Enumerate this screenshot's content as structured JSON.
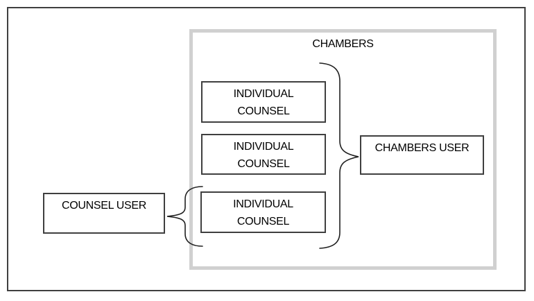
{
  "diagram": {
    "chambers_group_label": "CHAMBERS",
    "individual_counsel_boxes": [
      {
        "line1": "INDIVIDUAL",
        "line2": "COUNSEL"
      },
      {
        "line1": "INDIVIDUAL",
        "line2": "COUNSEL"
      },
      {
        "line1": "INDIVIDUAL",
        "line2": "COUNSEL"
      }
    ],
    "chambers_user_label": "CHAMBERS USER",
    "counsel_user_label": "COUNSEL USER",
    "colors": {
      "background": "#ffffff",
      "frame_border": "#3f3f3f",
      "group_border": "#d0d0d0",
      "box_border": "#3f3f3f",
      "brace_stroke": "#1f1f1f"
    }
  }
}
